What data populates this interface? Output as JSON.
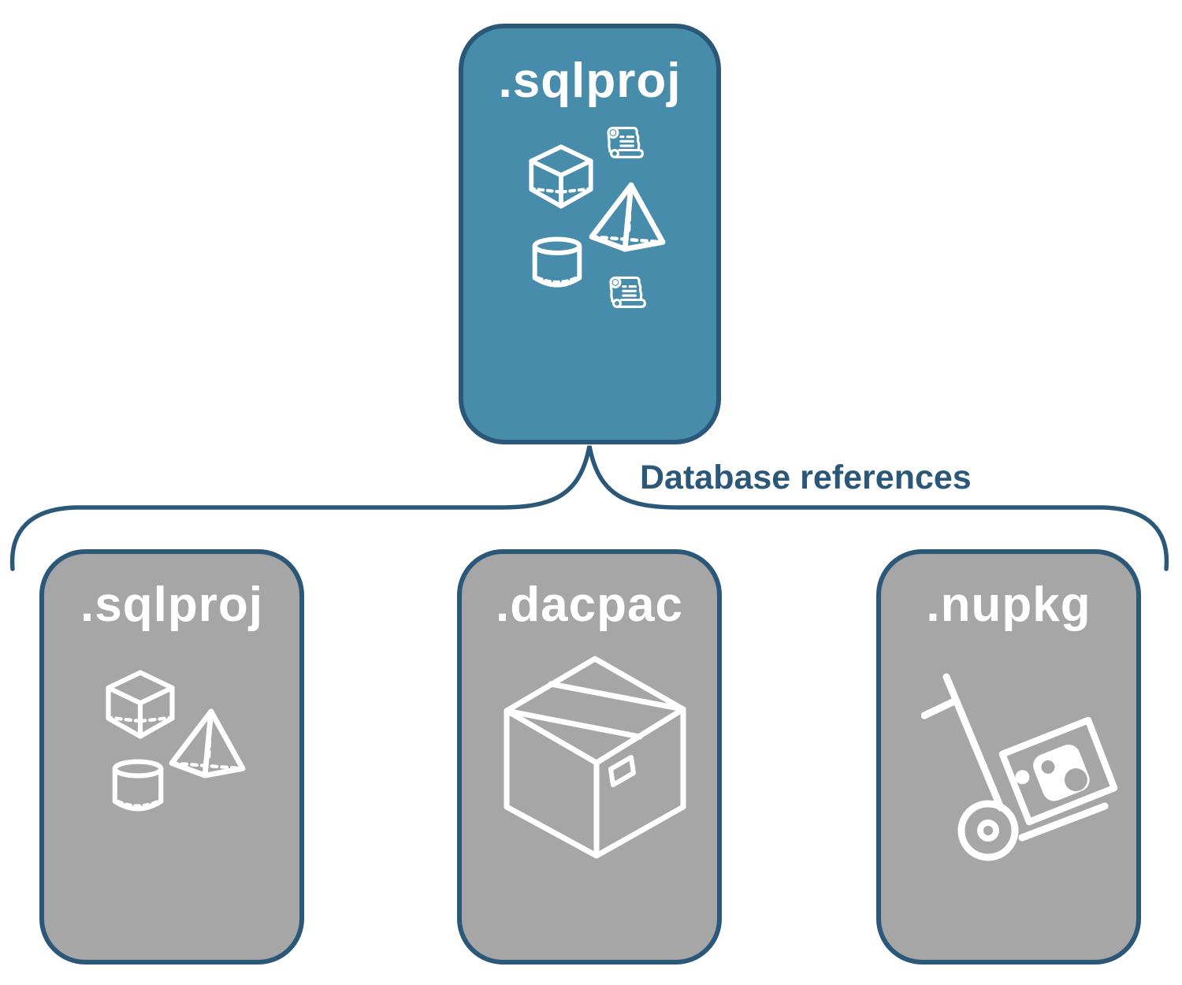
{
  "diagram": {
    "parent_box": {
      "label": ".sqlproj",
      "icons": [
        "sql-script-scroll-icon",
        "cube-icon",
        "pyramid-icon",
        "cylinder-icon",
        "sql-script-scroll-icon"
      ]
    },
    "connector": {
      "label": "Database references"
    },
    "child_boxes": [
      {
        "label": ".sqlproj",
        "icons": [
          "cube-icon",
          "pyramid-icon",
          "cylinder-icon"
        ]
      },
      {
        "label": ".dacpac",
        "icons": [
          "package-box-icon"
        ]
      },
      {
        "label": ".nupkg",
        "icons": [
          "nuget-hand-truck-icon"
        ]
      }
    ],
    "colors": {
      "parent_fill": "#488cac",
      "child_fill": "#a6a6a6",
      "outline": "#2b5878",
      "label_text": "#2b5878",
      "icon_stroke": "#ffffff",
      "background": "#ffffff"
    }
  }
}
